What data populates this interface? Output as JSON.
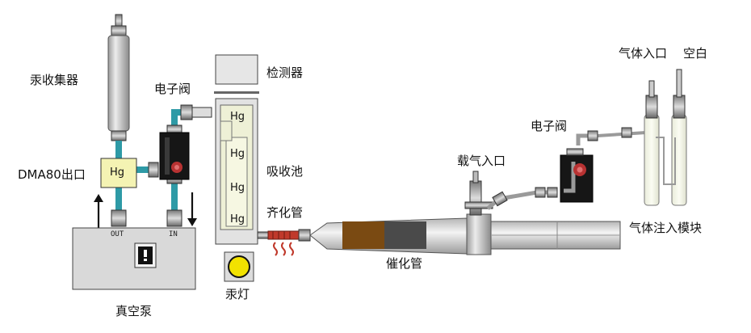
{
  "labels": {
    "mercury_collector": "汞收集器",
    "valve_left": "电子阀",
    "dma80_outlet": "DMA80出口",
    "vacuum_pump": "真空泵",
    "pump_out": "OUT",
    "pump_in": "IN",
    "detector": "检测器",
    "absorption_cell": "吸收池",
    "amalgamation_tube": "齐化管",
    "mercury_lamp": "汞灯",
    "catalyst_tube": "催化管",
    "carrier_gas_inlet": "载气入口",
    "valve_right": "电子阀",
    "gas_inlet": "气体入口",
    "blank": "空白",
    "gas_injection_module": "气体注入模块",
    "hg_symbol": "Hg"
  },
  "colors": {
    "teal_pipe": "#2e9aa6",
    "hg_box": "#f4f3b3",
    "catalyst_brown": "#7a4a12",
    "catalyst_gray": "#4a4a4a",
    "heater_red": "#c0392b",
    "lamp_yellow": "#f2e200"
  }
}
